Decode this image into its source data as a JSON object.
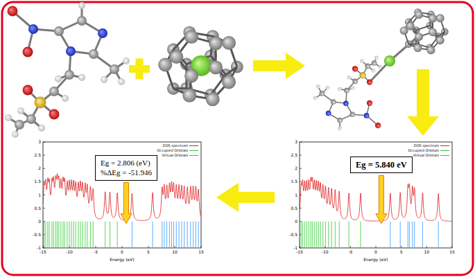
{
  "diagram": {
    "nodes": [
      {
        "text": [
          "Eg = 2.806 (eV)",
          "%ΔEg = -51.946"
        ]
      },
      {
        "text": [
          "Eg = 5.840 eV"
        ]
      }
    ],
    "labels": [
      "3",
      "2.5",
      "2",
      "1.5",
      "1",
      "0.5",
      "0",
      "-0.5",
      "-1",
      "-15",
      "-10",
      "-5",
      "0",
      "5",
      "10",
      "15",
      "Energy (eV)",
      "3",
      "2.5",
      "2",
      "1.5",
      "1",
      "0.5",
      "0",
      "-0.5",
      "-1",
      "-15",
      "-10",
      "-5",
      "0",
      "5",
      "10",
      "15",
      "Energy (eV)"
    ],
    "legend": [
      {
        "text": "DOS spectrum"
      },
      {
        "text": "Occupied Orbitals"
      },
      {
        "text": "Virtual Orbitals"
      },
      {
        "text": "DOS spectrum"
      },
      {
        "text": "Occupied Orbitals"
      },
      {
        "text": "Virtual Orbitals"
      }
    ]
  }
}
